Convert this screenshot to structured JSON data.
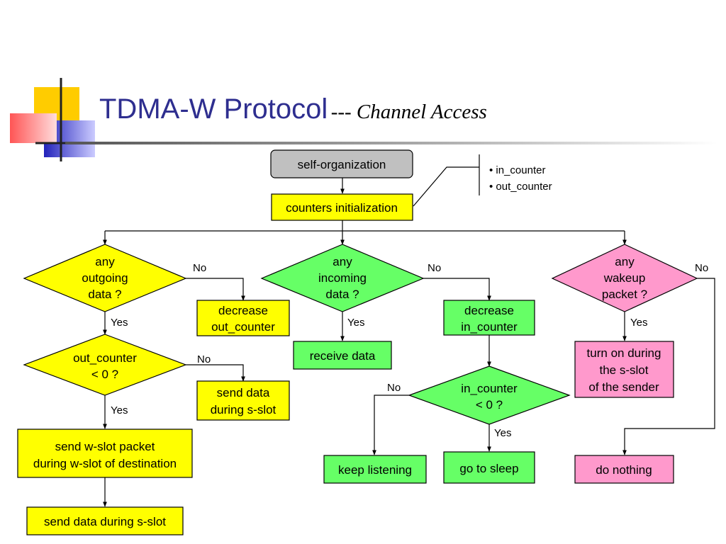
{
  "title": {
    "main": "TDMA-W Protocol",
    "sub": "--- Channel Access"
  },
  "colors": {
    "yellow": "#ffff00",
    "green": "#66ff66",
    "pink": "#ff99cc",
    "gray": "#c0c0c0",
    "title_blue": "#2e2e8f"
  },
  "nodes": {
    "self_org": "self-organization",
    "init": "counters initialization",
    "outgoing_q": [
      "any",
      "outgoing",
      "data ?"
    ],
    "incoming_q": [
      "any",
      "incoming",
      "data ?"
    ],
    "wakeup_q": [
      "any",
      "wakeup",
      "packet ?"
    ],
    "dec_out": [
      "decrease",
      "out_counter"
    ],
    "dec_in": [
      "decrease",
      "in_counter"
    ],
    "receive": "receive data",
    "out_check": [
      "out_counter",
      "< 0 ?"
    ],
    "send_s": [
      "send data",
      "during s-slot"
    ],
    "in_check": [
      "in_counter",
      "< 0 ?"
    ],
    "send_w": [
      "send w-slot packet",
      "during w-slot of destination"
    ],
    "send_s2": "send data during s-slot",
    "keep": "keep listening",
    "sleep": "go to sleep",
    "turn_on": [
      "turn on during",
      "the s-slot",
      "of the sender"
    ],
    "nothing": "do nothing"
  },
  "note": {
    "items": [
      "• in_counter",
      "• out_counter"
    ]
  },
  "edge_labels": {
    "no": "No",
    "yes": "Yes"
  }
}
